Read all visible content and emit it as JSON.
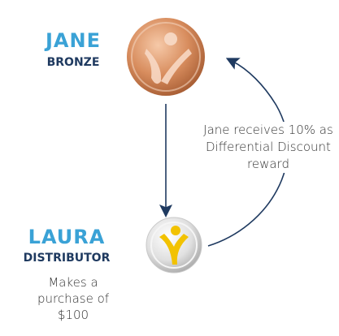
{
  "jane": {
    "name": "JANE",
    "rank": "BRONZE"
  },
  "laura": {
    "name": "LAURA",
    "rank": "DISTRIBUTOR",
    "desc": "Makes a purchase of $100"
  },
  "reward": {
    "text": "Jane receives 10% as Differential Discount reward"
  },
  "colors": {
    "name_blue": "#3aa2d6",
    "rank_navy": "#1f3a60",
    "arrow_navy": "#1f3a60",
    "bronze": "#cd7c4a",
    "silver": "#d8d8d8",
    "gold": "#f2c200"
  },
  "icons": {
    "jane_badge": "bronze-medal-icon",
    "laura_badge": "silver-gold-medal-icon"
  }
}
